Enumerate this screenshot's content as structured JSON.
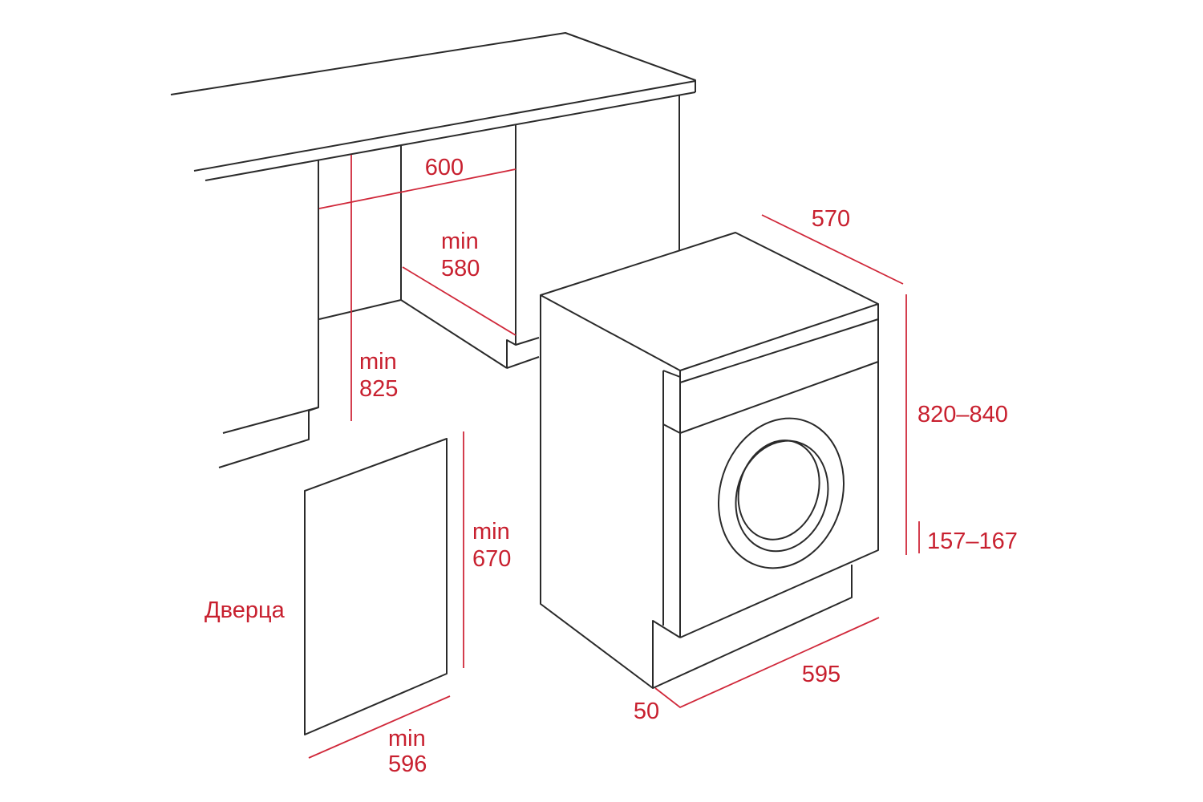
{
  "colors": {
    "line": "#2a2a2a",
    "dimension": "#d0283a",
    "background": "#ffffff"
  },
  "labels": {
    "niche_width": "600",
    "niche_depth_min": "min",
    "niche_depth": "580",
    "niche_height_min": "min",
    "niche_height": "825",
    "door_label": "Дверца",
    "door_height_min": "min",
    "door_height": "670",
    "door_width_min": "min",
    "door_width": "596",
    "machine_depth": "570",
    "machine_height": "820–840",
    "plinth_height": "157–167",
    "machine_width": "595",
    "door_offset": "50"
  }
}
